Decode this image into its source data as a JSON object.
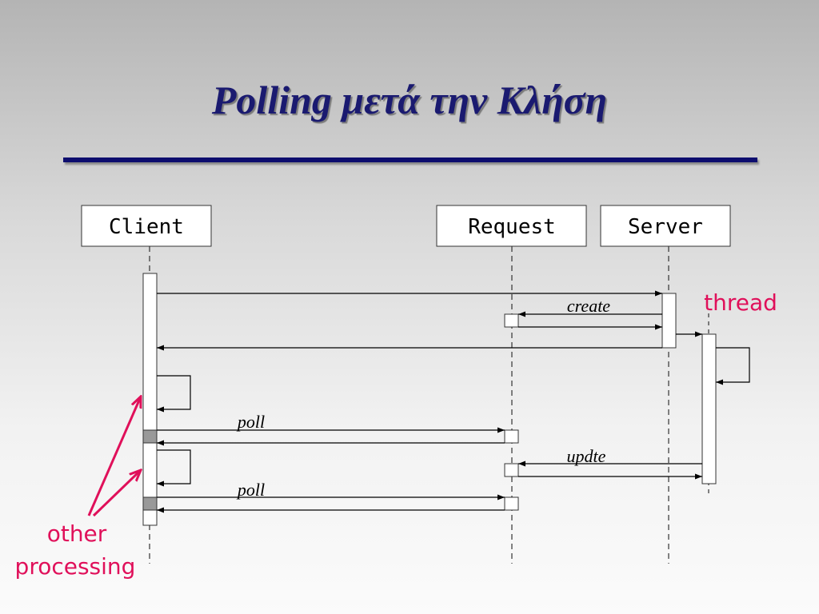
{
  "title": "Polling μετά την Κλήση",
  "lifelines": {
    "client": "Client",
    "request": "Request",
    "server": "Server"
  },
  "messages": {
    "create": "create",
    "poll_1": "poll",
    "updte": "updte",
    "poll_2": "poll"
  },
  "notes": {
    "thread": "thread",
    "other_processing_line1": "other",
    "other_processing_line2": "processing"
  },
  "colors": {
    "title": "#1a1a70",
    "rule": "#0d0d6e",
    "note": "#e0105a",
    "busy_block": "#999999"
  }
}
